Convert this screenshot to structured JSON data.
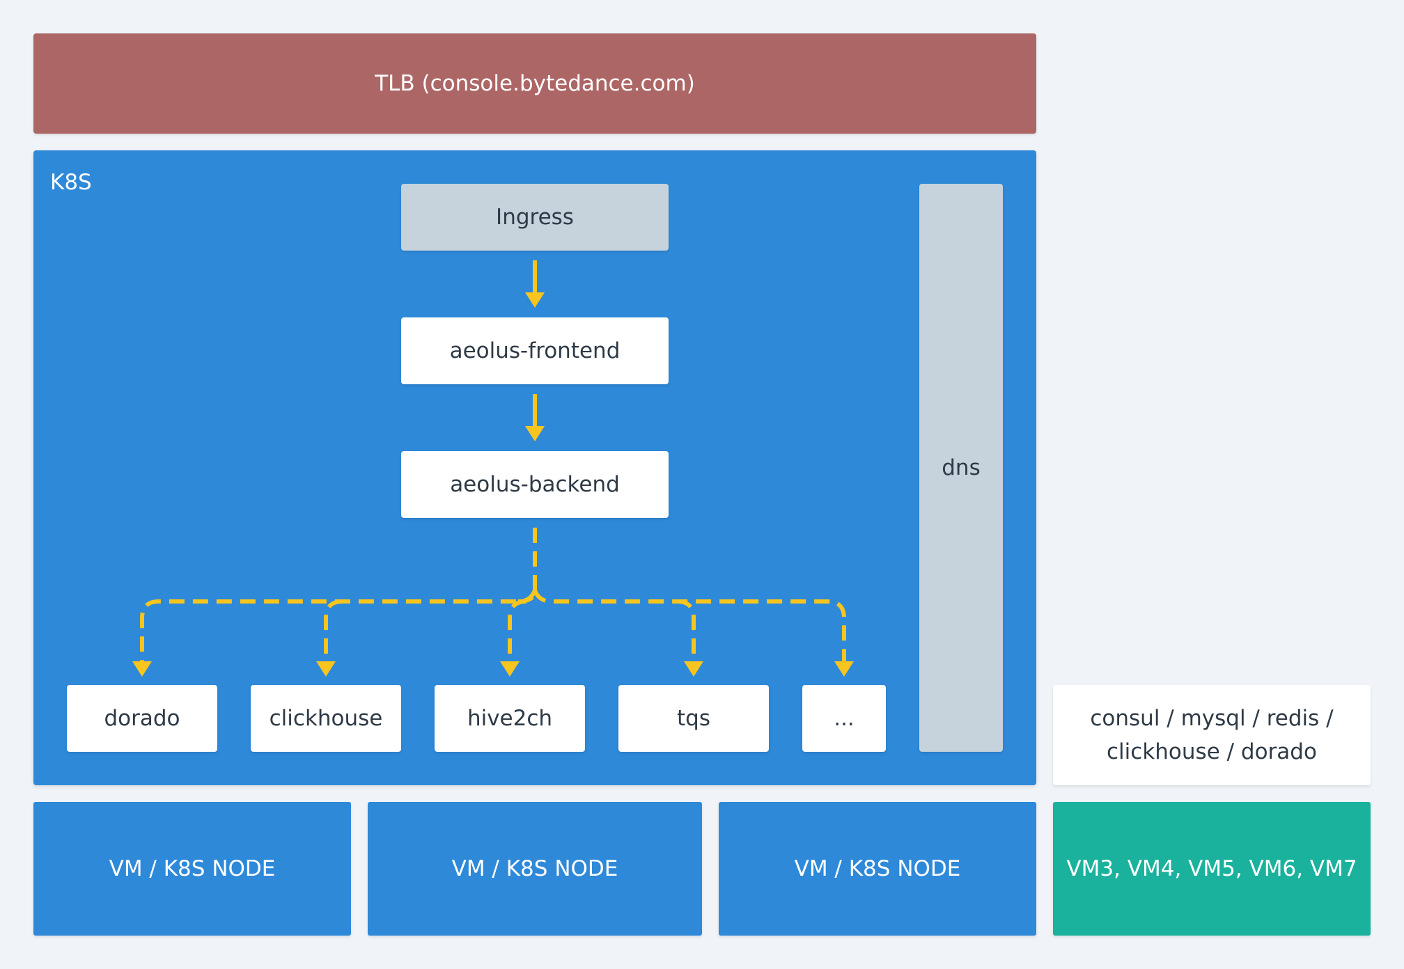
{
  "tlb": {
    "label": "TLB (console.bytedance.com)"
  },
  "k8s": {
    "label": "K8S",
    "ingress": "Ingress",
    "frontend": "aeolus-frontend",
    "backend": "aeolus-backend",
    "dns": "dns",
    "services": [
      "dorado",
      "clickhouse",
      "hive2ch",
      "tqs",
      "..."
    ]
  },
  "external": {
    "line1": "consul / mysql / redis /",
    "line2": "clickhouse / dorado"
  },
  "nodes": [
    "VM / K8S NODE",
    "VM / K8S NODE",
    "VM / K8S NODE"
  ],
  "vm_group": "VM3, VM4, VM5, VM6, VM7",
  "colors": {
    "tlb": "#ad6666",
    "k8s": "#2e89d9",
    "gray_box": "#c6d2dc",
    "arrow": "#f7c51e",
    "teal": "#1ab29d"
  }
}
